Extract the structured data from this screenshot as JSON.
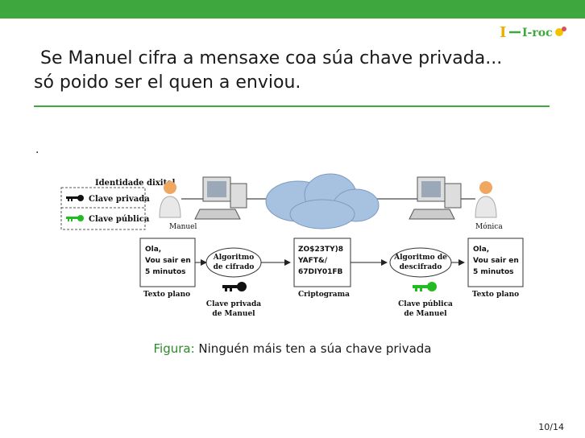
{
  "slide": {
    "title_line1": "Se Manuel cifra a mensaxe coa súa chave privada...",
    "title_line2": "só poido ser el quen a enviou.",
    "bullet": ".",
    "page": "10/14",
    "logo_text": "I-roc"
  },
  "caption": {
    "label": "Figura:",
    "text": "Ninguén máis ten a súa chave privada"
  },
  "figure": {
    "identity_title": "Identidade dixital",
    "private_key": "Clave privada",
    "public_key": "Clave pública",
    "sender": "Manuel",
    "receiver": "Mónica",
    "plaintext_in": [
      "Ola,",
      "Vou sair en",
      "5 minutos"
    ],
    "plaintext_out": [
      "Ola,",
      "Vou sair en",
      "5 minutos"
    ],
    "cipher_algo": [
      "Algoritmo",
      "de cifrado"
    ],
    "decipher_algo": [
      "Algoritmo de",
      "descifrado"
    ],
    "ciphertext": [
      "ZO$23TY)8",
      "YAFT&/",
      "67DIY01FB"
    ],
    "label_plain": "Texto plano",
    "label_cipher": "Criptograma",
    "label_plain_out": "Texto plano",
    "sender_key": [
      "Clave privada",
      "de Manuel"
    ],
    "receiver_key": [
      "Clave pública",
      "de Manuel"
    ],
    "colors": {
      "accent": "#3ea83e",
      "private_key": "#111111",
      "public_key": "#22bb22",
      "cloud": "#a7c1e0"
    }
  }
}
